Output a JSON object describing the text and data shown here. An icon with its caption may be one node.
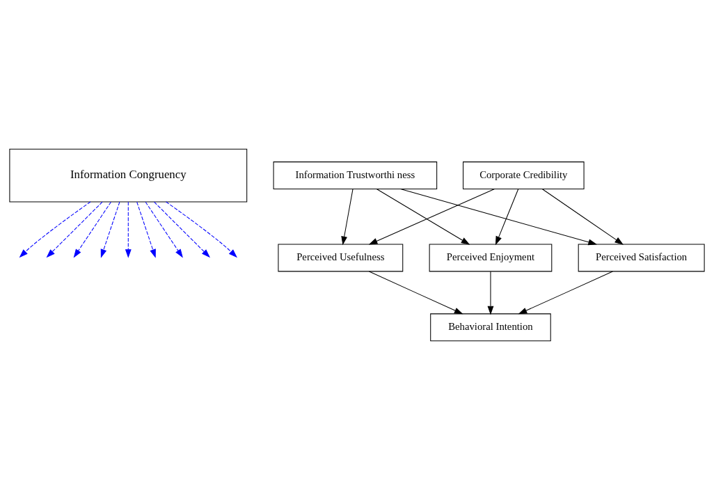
{
  "diagram": {
    "nodes": [
      {
        "text": [
          "Information Congruency"
        ]
      },
      {
        "text": [
          "Information Trustworthi ness"
        ]
      },
      {
        "text": [
          "Perceived Usefulness"
        ]
      },
      {
        "text": [
          "Perceived Enjoyment"
        ]
      },
      {
        "text": [
          "Behavioral Intention"
        ]
      },
      {
        "text": [
          "Corporate Credibility"
        ]
      },
      {
        "text": [
          "Perceived Satisfaction"
        ]
      }
    ],
    "edges": [
      {
        "from": 1,
        "to": 2,
        "arrow": "to"
      },
      {
        "from": 1,
        "to": 3,
        "arrow": "to"
      },
      {
        "from": 1,
        "to": 6,
        "arrow": "to"
      },
      {
        "from": 5,
        "to": 2,
        "arrow": "to"
      },
      {
        "from": 5,
        "to": 3,
        "arrow": "to"
      },
      {
        "from": 5,
        "to": 6,
        "arrow": "to"
      },
      {
        "from": 2,
        "to": 4,
        "arrow": "to"
      },
      {
        "from": 3,
        "to": 4,
        "arrow": "to"
      },
      {
        "from": 6,
        "to": 4,
        "arrow": "to"
      },
      {
        "from": 0,
        "to": null,
        "arrow": "to",
        "style": "dashed",
        "color": "#0000ff"
      },
      {
        "from": 0,
        "to": null,
        "arrow": "to",
        "style": "dashed",
        "color": "#0000ff"
      },
      {
        "from": 0,
        "to": null,
        "arrow": "to",
        "style": "dashed",
        "color": "#0000ff"
      },
      {
        "from": 0,
        "to": null,
        "arrow": "to",
        "style": "dashed",
        "color": "#0000ff"
      },
      {
        "from": 0,
        "to": null,
        "arrow": "to",
        "style": "dashed",
        "color": "#0000ff"
      },
      {
        "from": 0,
        "to": null,
        "arrow": "to",
        "style": "dashed",
        "color": "#0000ff"
      },
      {
        "from": 0,
        "to": null,
        "arrow": "to",
        "style": "dashed",
        "color": "#0000ff"
      },
      {
        "from": 0,
        "to": null,
        "arrow": "to",
        "style": "dashed",
        "color": "#0000ff"
      },
      {
        "from": 0,
        "to": null,
        "arrow": "to",
        "style": "dashed",
        "color": "#0000ff"
      }
    ]
  }
}
